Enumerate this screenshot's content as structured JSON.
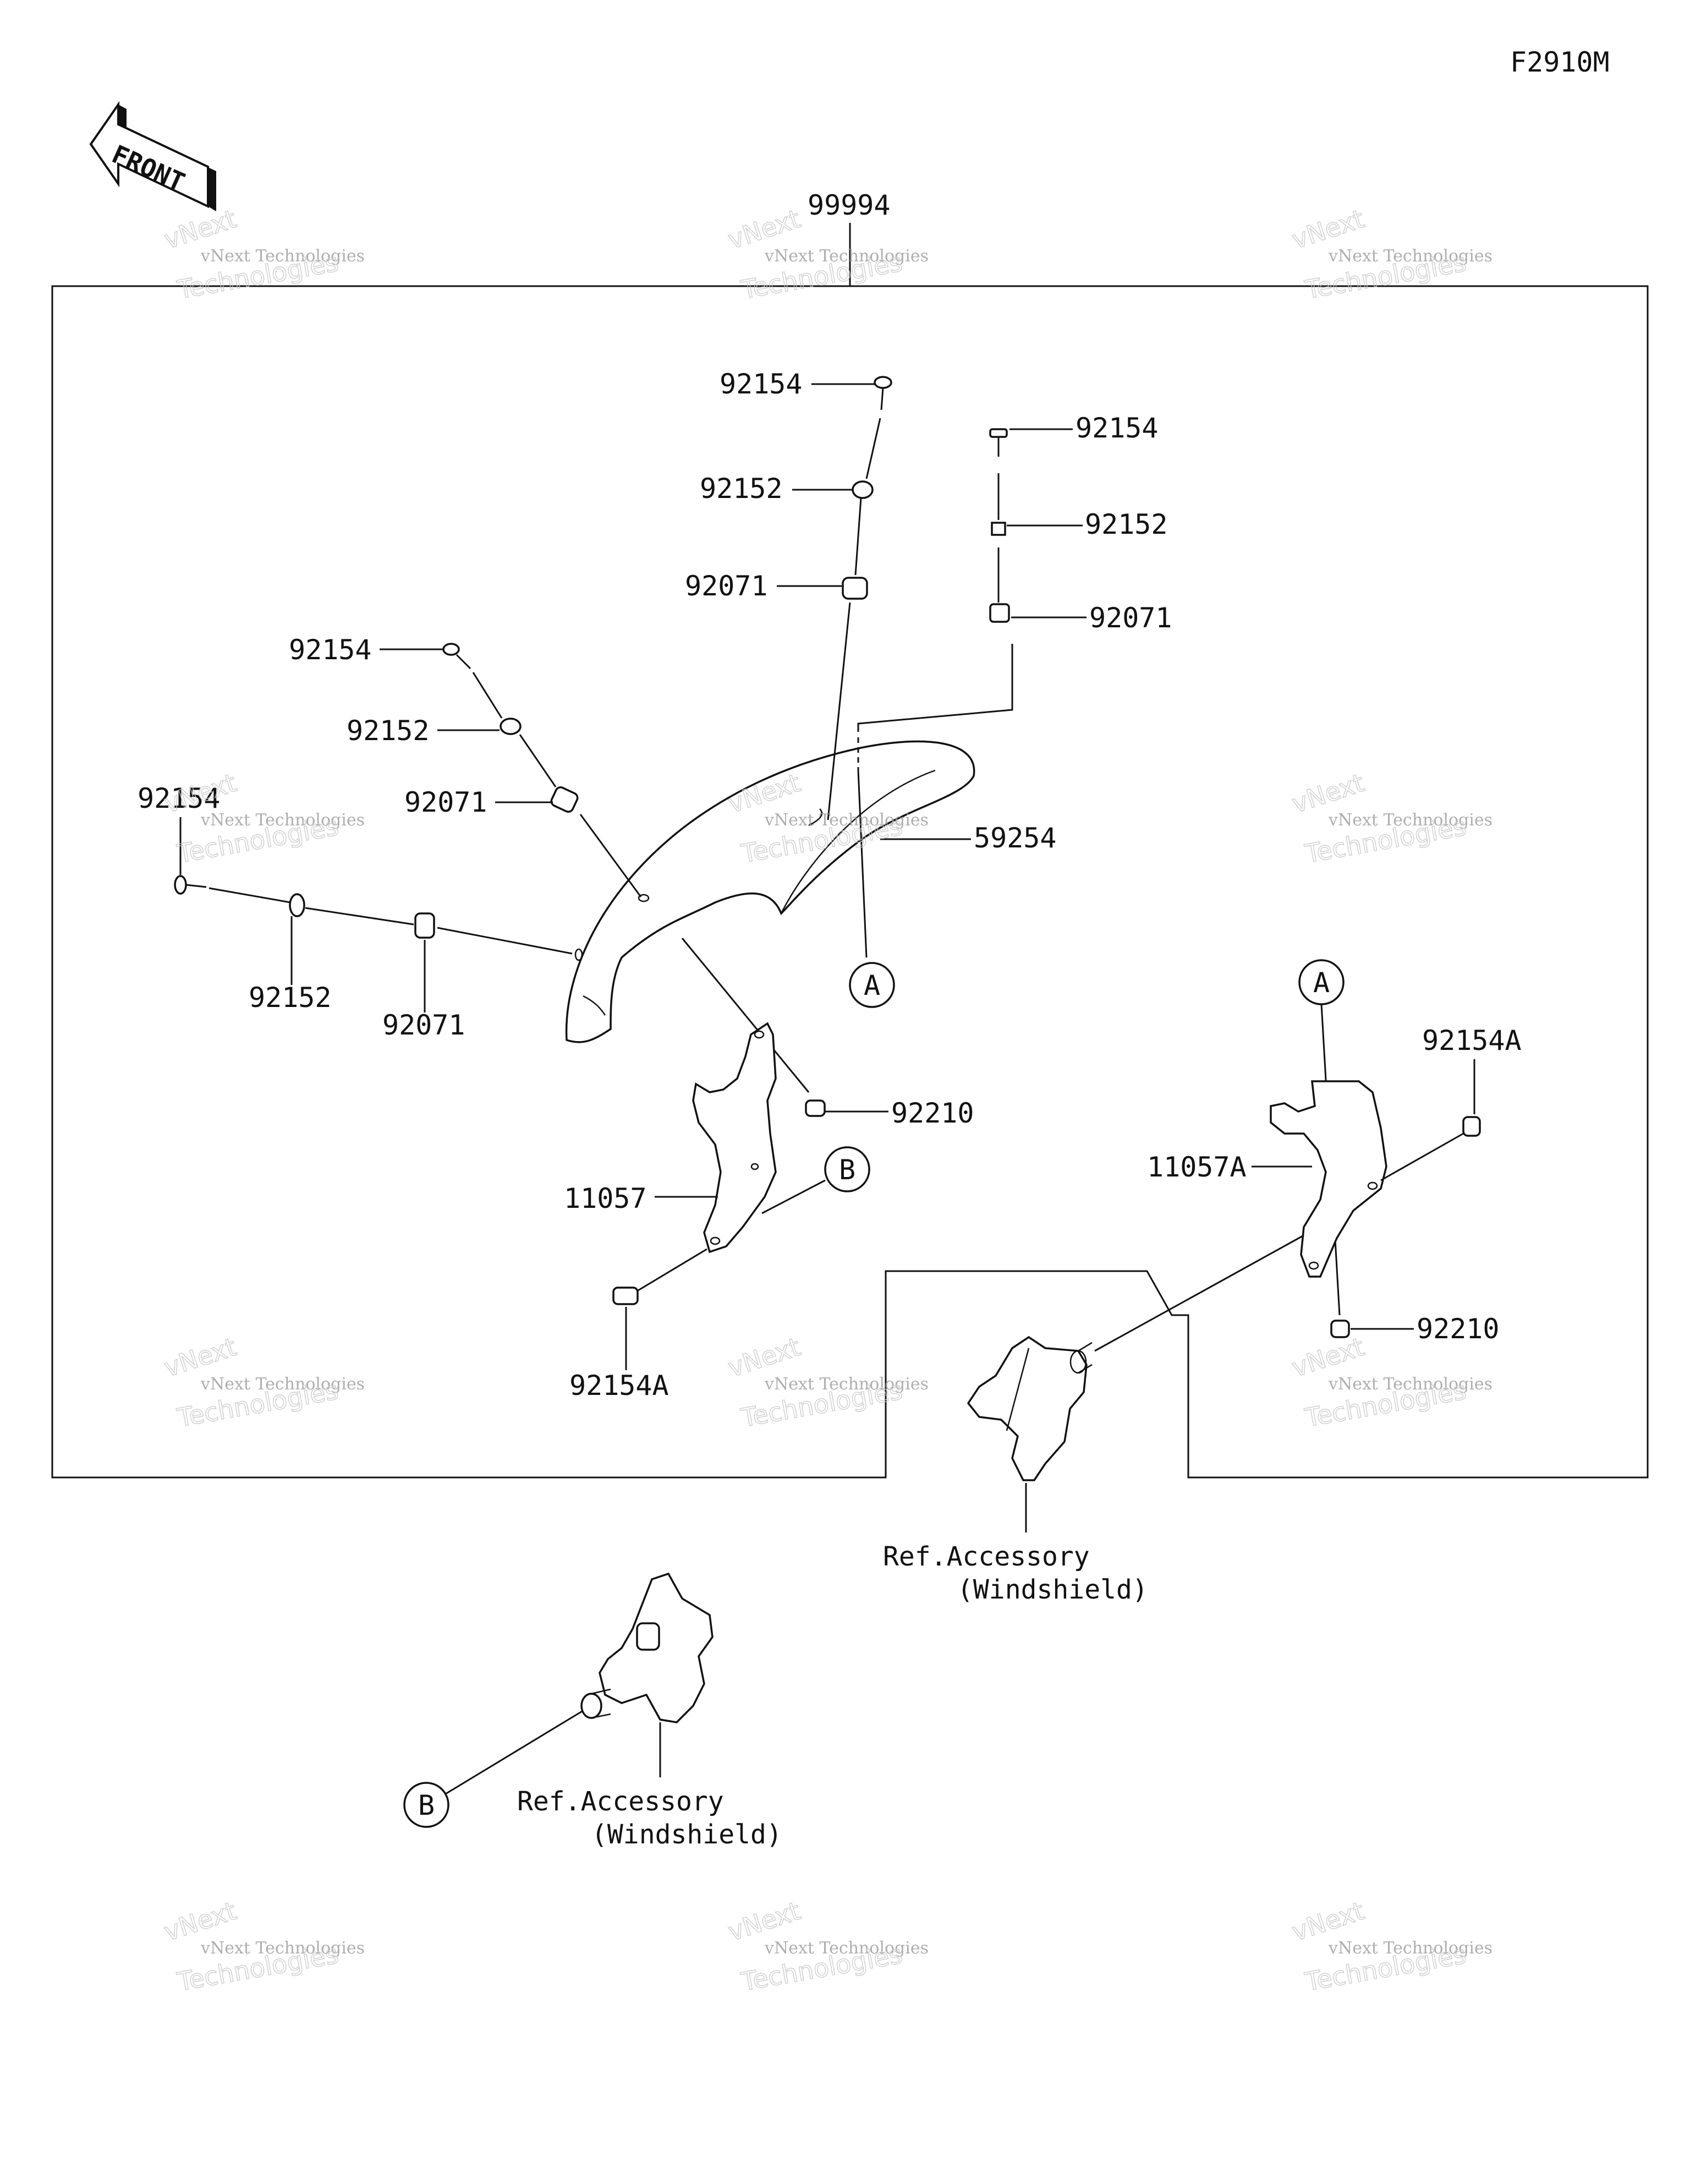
{
  "figure_code": "F2910M",
  "front_arrow_label": "FRONT",
  "callouts": {
    "top_assembly": "99994",
    "screw_a": "92154",
    "collar_a": "92152",
    "grommet_a": "92071",
    "screw_b": "92154",
    "collar_b": "92152",
    "grommet_b": "92071",
    "screw_c": "92154",
    "collar_c": "92152",
    "grommet_c": "92071",
    "screw_d": "92154",
    "collar_d": "92152",
    "grommet_d": "92071",
    "windshield": "59254",
    "nut_left": "92210",
    "bracket_left": "11057",
    "bolt_left": "92154A",
    "bracket_right": "11057A",
    "bolt_right": "92154A",
    "nut_right": "92210"
  },
  "markers": {
    "a_lower": "A",
    "a_upper": "A",
    "b_bracket": "B",
    "b_lower": "B"
  },
  "references": {
    "right_line1": "Ref.Accessory",
    "right_line2": "(Windshield)",
    "left_line1": "Ref.Accessory",
    "left_line2": "(Windshield)"
  },
  "watermark": {
    "line1": "vNext Technologies",
    "line2": "Technologies",
    "overlay": "vNext"
  }
}
